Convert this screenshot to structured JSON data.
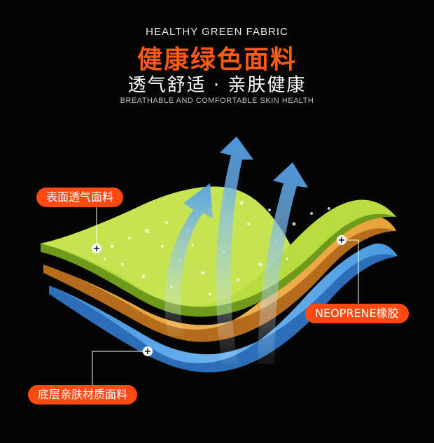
{
  "header": {
    "english_title": "HEALTHY GREEN FABRIC",
    "chinese_title": "健康绿色面料",
    "chinese_subtitle": "透气舒适 · 亲肤健康",
    "english_subtitle": "BREATHABLE AND COMFORTABLE SKIN HEALTH"
  },
  "callouts": {
    "top_layer": "表面透气面料",
    "middle_layer": "NEOPRENE橡胶",
    "bottom_layer": "底层亲肤材质面料"
  },
  "colors": {
    "background": "#050505",
    "accent": "#ff4a12",
    "green_layer": "#b5dc3c",
    "orange_layer": "#e9a23a",
    "blue_layer": "#4f9fe0",
    "arrow": "#5aa7ec"
  }
}
